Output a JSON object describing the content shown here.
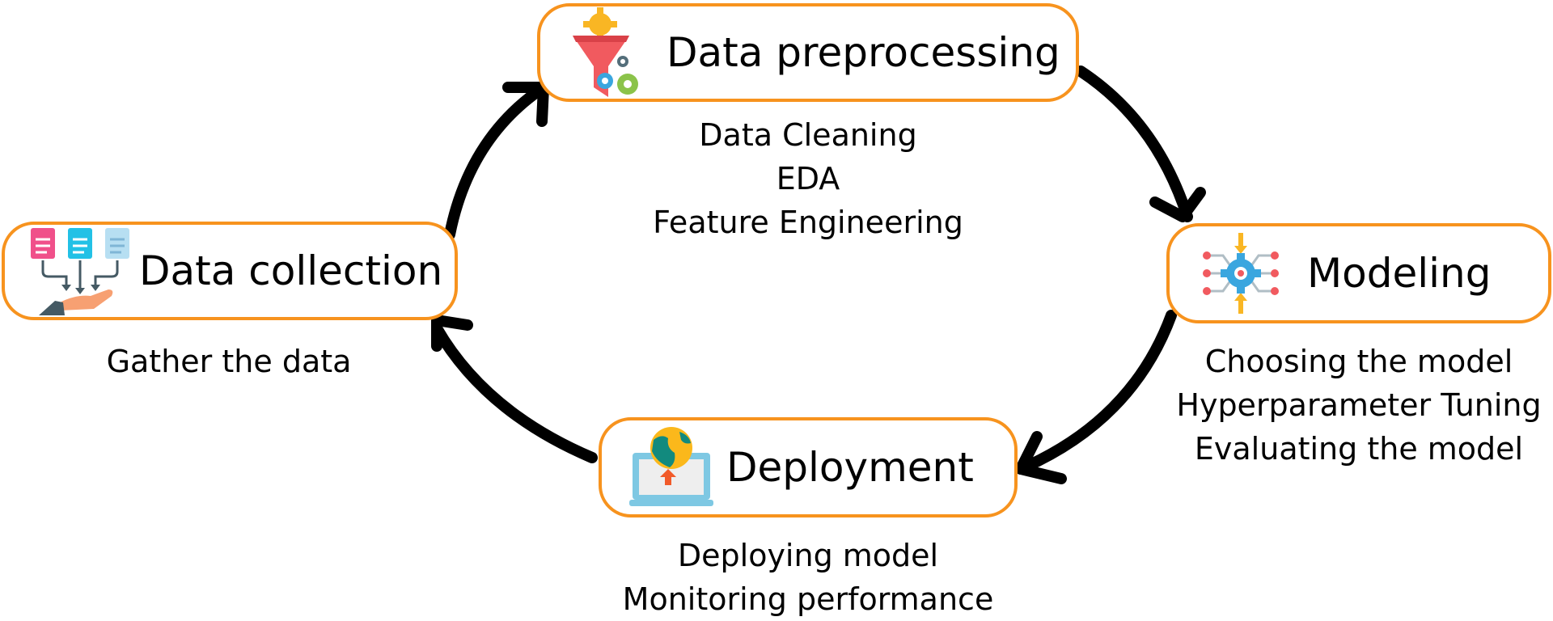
{
  "colors": {
    "box_border": "#f7931e",
    "arrow": "#000000"
  },
  "stages": {
    "preprocessing": {
      "icon": "funnel-gears-icon",
      "title": "Data preprocessing",
      "steps": [
        "Data Cleaning",
        "EDA",
        "Feature Engineering"
      ]
    },
    "modeling": {
      "icon": "circuit-gear-icon",
      "title": "Modeling",
      "steps": [
        "Choosing the model",
        "Hyperparameter Tuning",
        "Evaluating the model"
      ]
    },
    "deployment": {
      "icon": "laptop-globe-upload-icon",
      "title": "Deployment",
      "steps": [
        "Deploying model",
        "Monitoring performance"
      ]
    },
    "collection": {
      "icon": "documents-to-hand-icon",
      "title": "Data collection",
      "steps": [
        "Gather the data"
      ]
    }
  }
}
